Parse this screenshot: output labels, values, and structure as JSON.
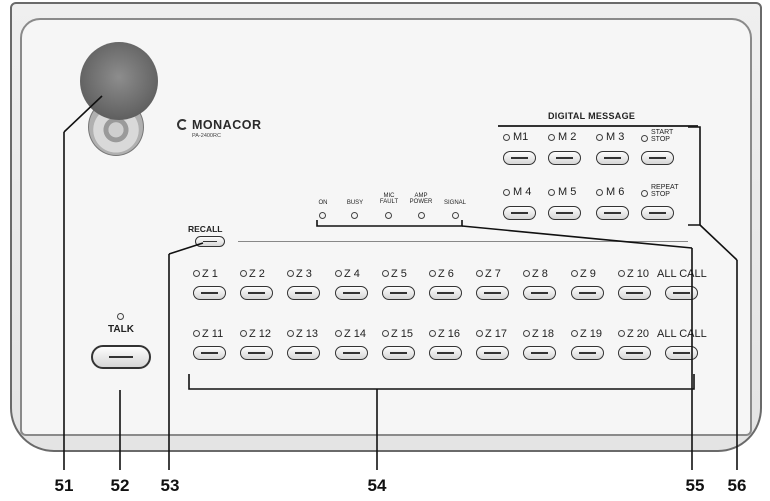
{
  "brand": {
    "name": "MONACOR",
    "model": "PA-2400RC"
  },
  "indicators": [
    {
      "lines": [
        "ON"
      ]
    },
    {
      "lines": [
        "BUSY"
      ]
    },
    {
      "lines": [
        "MIC",
        "FAULT"
      ]
    },
    {
      "lines": [
        "AMP",
        "POWER"
      ]
    },
    {
      "lines": [
        "SIGNAL"
      ]
    }
  ],
  "digital_message": {
    "title": "DIGITAL MESSAGE",
    "row1": [
      "M1",
      "M 2",
      "M 3",
      "START STOP"
    ],
    "row2": [
      "M 4",
      "M 5",
      "M 6",
      "REPEAT STOP"
    ]
  },
  "recall_label": "RECALL",
  "talk_label": "TALK",
  "zones_row1": [
    "Z 1",
    "Z 2",
    "Z 3",
    "Z 4",
    "Z 5",
    "Z 6",
    "Z 7",
    "Z 8",
    "Z 9",
    "Z 10",
    "ALL CALL"
  ],
  "zones_row2": [
    "Z 11",
    "Z 12",
    "Z 13",
    "Z 14",
    "Z 15",
    "Z 16",
    "Z 17",
    "Z 18",
    "Z 19",
    "Z 20",
    "ALL CALL"
  ],
  "callouts": [
    "51",
    "52",
    "53",
    "54",
    "55",
    "56"
  ]
}
